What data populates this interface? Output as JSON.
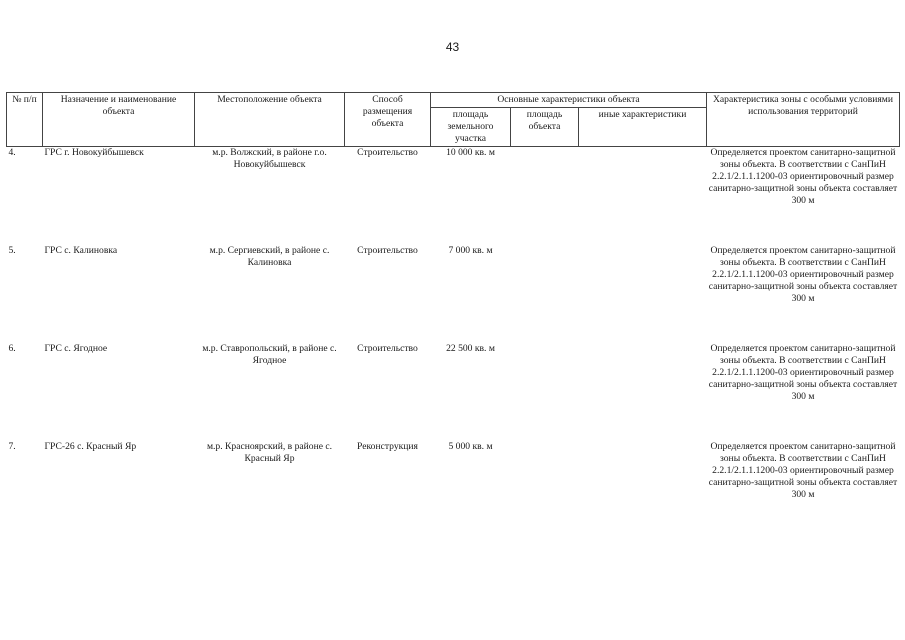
{
  "page_number": "43",
  "header": {
    "col_num": "№ п/п",
    "col_name": "Назначение и наименование объекта",
    "col_location": "Местоположение объекта",
    "col_method": "Способ размещения объекта",
    "col_main": "Основные характеристики объекта",
    "col_area": "площадь земельного участка",
    "col_obj_area": "площадь объекта",
    "col_other": "иные характеристики",
    "col_zone": "Характеристика зоны с особыми условиями использования территорий"
  },
  "rows": [
    {
      "num": "4.",
      "name": "ГРС г. Новокуйбышевск",
      "location": "м.р. Волжский, в районе г.о. Новокуйбышевск",
      "method": "Строительство",
      "area": "10 000 кв. м",
      "obj_area": "",
      "other": "",
      "zone": "Определяется проектом санитарно-защитной зоны объекта. В соответствии с СанПиН 2.2.1/2.1.1.1200-03 ориентировочный размер санитарно-защитной зоны объекта составляет 300 м"
    },
    {
      "num": "5.",
      "name": "ГРС с. Калиновка",
      "location": "м.р. Сергиевский, в районе с. Калиновка",
      "method": "Строительство",
      "area": "7 000 кв. м",
      "obj_area": "",
      "other": "",
      "zone": "Определяется проектом санитарно-защитной зоны объекта. В соответствии с СанПиН 2.2.1/2.1.1.1200-03 ориентировочный размер санитарно-защитной зоны объекта составляет 300 м"
    },
    {
      "num": "6.",
      "name": "ГРС с. Ягодное",
      "location": "м.р. Ставропольский, в районе с. Ягодное",
      "method": "Строительство",
      "area": "22 500 кв. м",
      "obj_area": "",
      "other": "",
      "zone": "Определяется проектом санитарно-защитной зоны объекта. В соответствии с СанПиН 2.2.1/2.1.1.1200-03 ориентировочный размер санитарно-защитной зоны объекта составляет 300 м"
    },
    {
      "num": "7.",
      "name": "ГРС-26 с. Красный Яр",
      "location": "м.р. Красноярский, в районе с. Красный Яр",
      "method": "Реконструкция",
      "area": "5 000 кв. м",
      "obj_area": "",
      "other": "",
      "zone": "Определяется проектом санитарно-защитной зоны объекта. В соответствии с СанПиН 2.2.1/2.1.1.1200-03 ориентировочный размер санитарно-защитной зоны объекта составляет 300 м"
    }
  ]
}
